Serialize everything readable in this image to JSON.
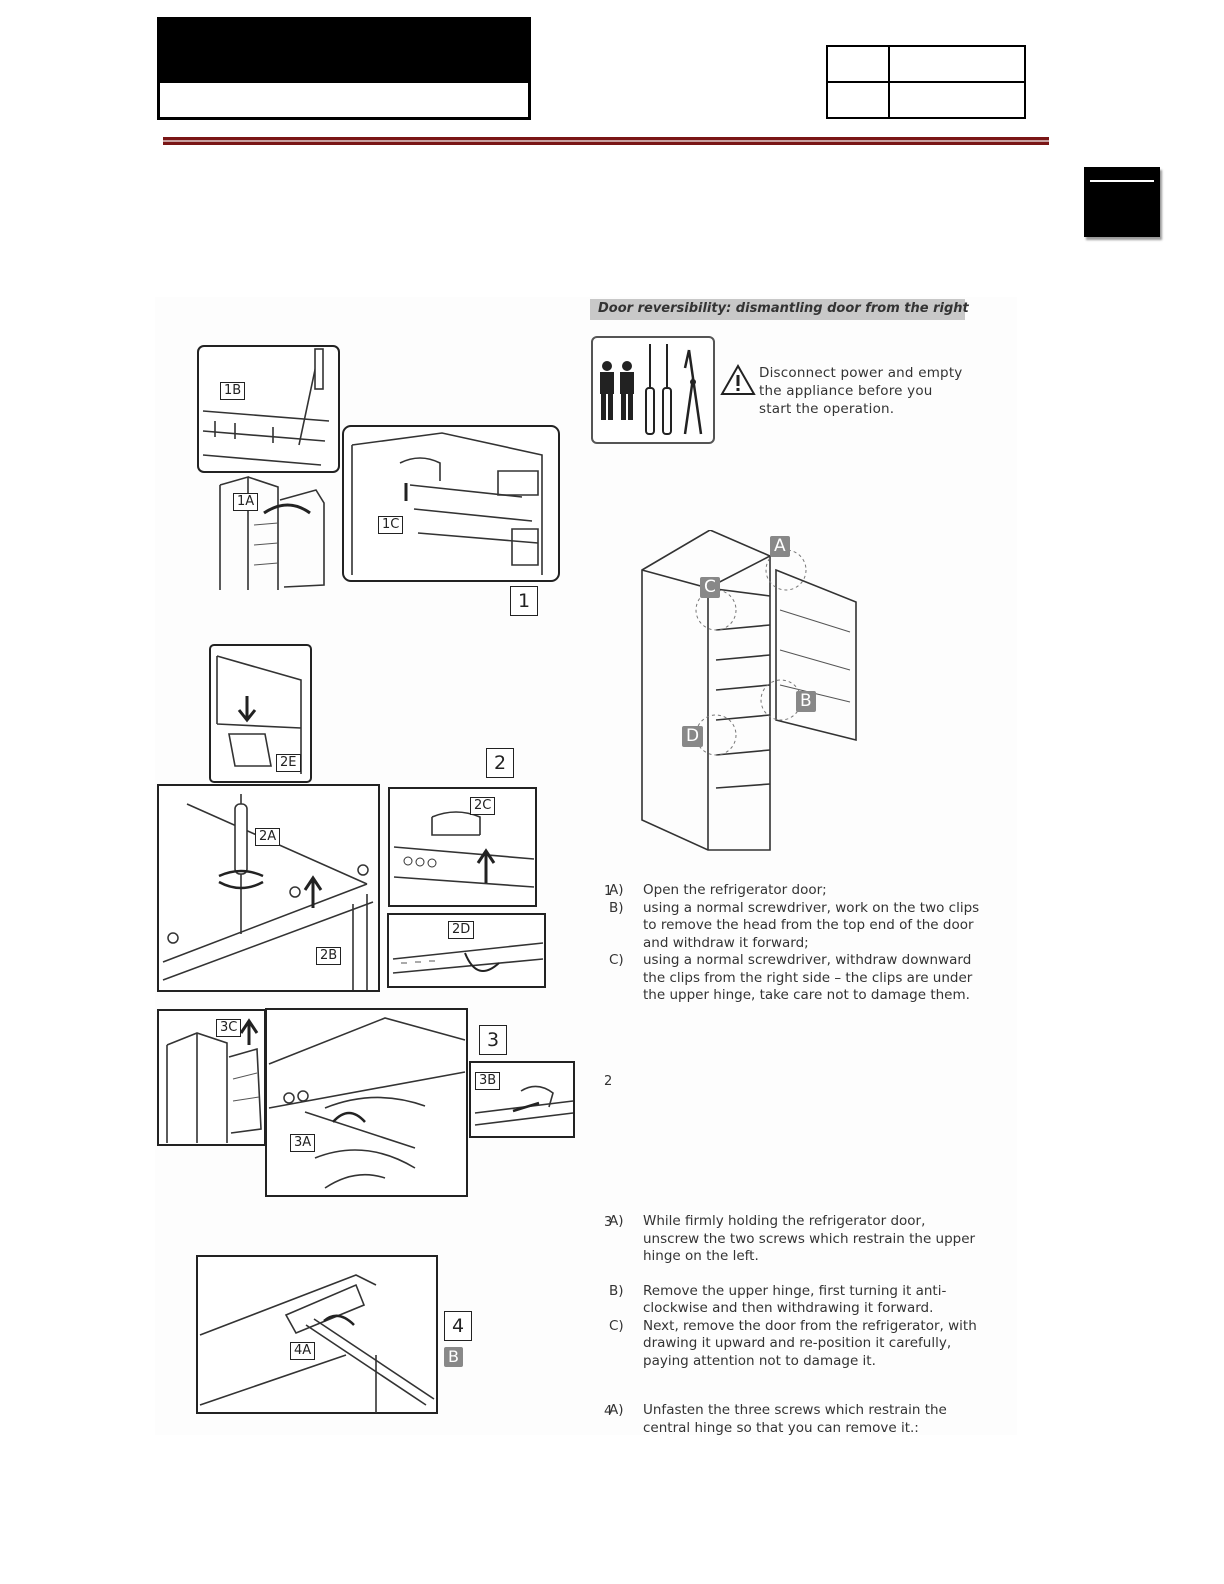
{
  "header": {
    "title_block": "",
    "reference_table": [
      [
        "",
        ""
      ],
      [
        "",
        ""
      ]
    ]
  },
  "section": {
    "title": "Door reversibility: dismantling door from the right"
  },
  "warning": {
    "text": "Disconnect power and empty the appliance before you start the operation.",
    "icon": "warning-triangle-icon",
    "tools_icons": [
      "two-people-icon",
      "screwdriver-icon",
      "screwdriver-icon",
      "pliers-icon"
    ]
  },
  "fridge_callouts": [
    "A",
    "C",
    "B",
    "D"
  ],
  "diagram_labels": {
    "fig1": {
      "number": "1",
      "parts": [
        "1B",
        "1A",
        "1C"
      ]
    },
    "fig2": {
      "number": "2",
      "parts": [
        "2E",
        "2A",
        "2B",
        "2C",
        "2D"
      ]
    },
    "fig3": {
      "number": "3",
      "parts": [
        "3C",
        "3A",
        "3B"
      ]
    },
    "fig4": {
      "number": "4",
      "parts": [
        "4A"
      ],
      "extra": "B"
    }
  },
  "steps": [
    {
      "number": "1",
      "items": [
        {
          "letter": "A)",
          "text": "Open the refrigerator door;"
        },
        {
          "letter": "B)",
          "text": "using a normal screwdriver, work on the two clips to remove the head from the top end of the door and withdraw it forward;"
        },
        {
          "letter": "C)",
          "text": "using a normal screwdriver, withdraw downward the clips from the right side – the clips are under the upper hinge, take care  not to damage them."
        }
      ]
    },
    {
      "number": "2",
      "items": []
    },
    {
      "number": "3",
      "items": [
        {
          "letter": "A)",
          "text": "While firmly holding the refrigerator door, unscrew the two screws which restrain the upper hinge on the left."
        },
        {
          "letter": "B)",
          "text": "Remove the upper hinge, first turning it anti-clockwise and then  withdrawing it forward."
        },
        {
          "letter": "C)",
          "text": "Next, remove the door from the refrigerator, with drawing it upward and re-position it carefully, paying attention not to damage it."
        }
      ]
    },
    {
      "number": "4",
      "items": [
        {
          "letter": "A)",
          "text": "Unfasten the three screws which restrain the central hinge so that you can remove it.:"
        }
      ]
    }
  ]
}
